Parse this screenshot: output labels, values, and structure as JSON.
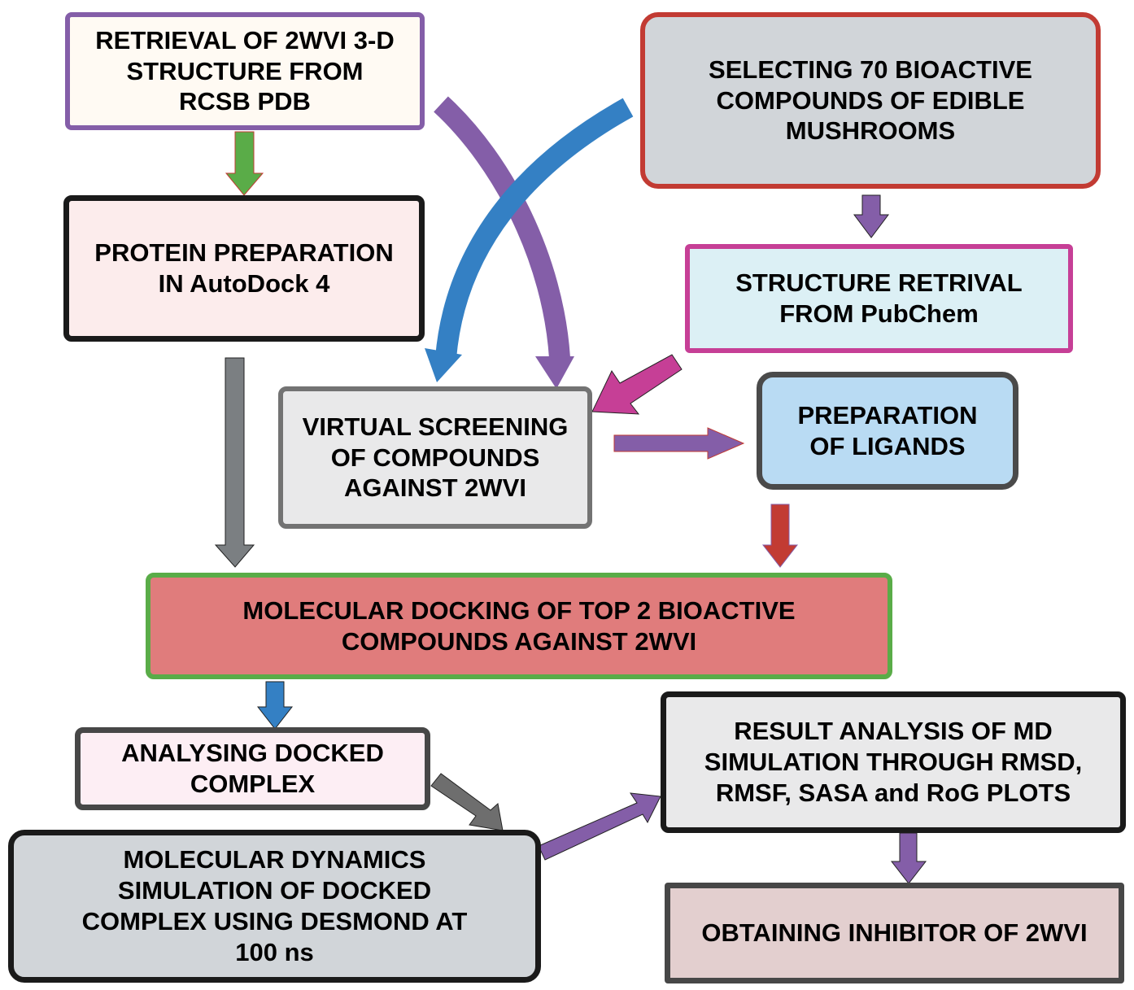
{
  "diagram": {
    "type": "flowchart",
    "boxes": {
      "retrieval": {
        "text": "RETRIEVAL OF 2WVI 3-D\nSTRUCTURE FROM\nRCSB PDB",
        "fill": "#fffaf3",
        "border": "#845ea8"
      },
      "protein": {
        "text": "PROTEIN PREPARATION\nIN AutoDock 4",
        "fill": "#fcecec",
        "border": "#1a1a1a"
      },
      "selecting": {
        "text": "SELECTING 70 BIOACTIVE\nCOMPOUNDS OF EDIBLE\nMUSHROOMS",
        "fill": "#d1d5d9",
        "border": "#c23b33"
      },
      "pubchem": {
        "text": "STRUCTURE RETRIVAL\nFROM PubChem",
        "fill": "#dcf0f5",
        "border": "#c63f96"
      },
      "virtual": {
        "text": "VIRTUAL SCREENING\nOF COMPOUNDS\nAGAINST 2WVI",
        "fill": "#e9e9ea",
        "border": "#737373"
      },
      "ligands": {
        "text": "PREPARATION\nOF LIGANDS",
        "fill": "#b9dbf3",
        "border": "#4a4a4a"
      },
      "docking": {
        "text": "MOLECULAR DOCKING OF TOP 2 BIOACTIVE\nCOMPOUNDS AGAINST 2WVI",
        "fill": "#e07c7c",
        "border": "#5aac48"
      },
      "analysing": {
        "text": "ANALYSING DOCKED\nCOMPLEX",
        "fill": "#fdeef4",
        "border": "#474747"
      },
      "md": {
        "text": "MOLECULAR DYNAMICS\nSIMULATION OF DOCKED\nCOMPLEX USING DESMOND AT\n100 ns",
        "fill": "#d1d5d9",
        "border": "#1a1a1a"
      },
      "result": {
        "text": "RESULT ANALYSIS OF MD\nSIMULATION THROUGH RMSD,\nRMSF, SASA and RoG PLOTS",
        "fill": "#e9e9ea",
        "border": "#1a1a1a"
      },
      "obtaining": {
        "text": "OBTAINING INHIBITOR OF 2WVI",
        "fill": "#e3cfcf",
        "border": "#474747"
      }
    },
    "edges": [
      {
        "from": "retrieval",
        "to": "protein",
        "color": "#5aac48"
      },
      {
        "from": "retrieval",
        "to": "virtual",
        "color": "#845ea8"
      },
      {
        "from": "selecting",
        "to": "virtual",
        "color": "#3480c4"
      },
      {
        "from": "selecting",
        "to": "pubchem",
        "color": "#845ea8"
      },
      {
        "from": "pubchem",
        "to": "virtual",
        "color": "#c63f96"
      },
      {
        "from": "virtual",
        "to": "ligands",
        "color": "#845ea8"
      },
      {
        "from": "protein",
        "to": "docking",
        "color": "#7b7f82"
      },
      {
        "from": "ligands",
        "to": "docking",
        "color": "#c23b33"
      },
      {
        "from": "docking",
        "to": "analysing",
        "color": "#3480c4"
      },
      {
        "from": "analysing",
        "to": "md",
        "color": "#6e6e6e"
      },
      {
        "from": "md",
        "to": "result",
        "color": "#845ea8"
      },
      {
        "from": "result",
        "to": "obtaining",
        "color": "#845ea8"
      }
    ]
  }
}
